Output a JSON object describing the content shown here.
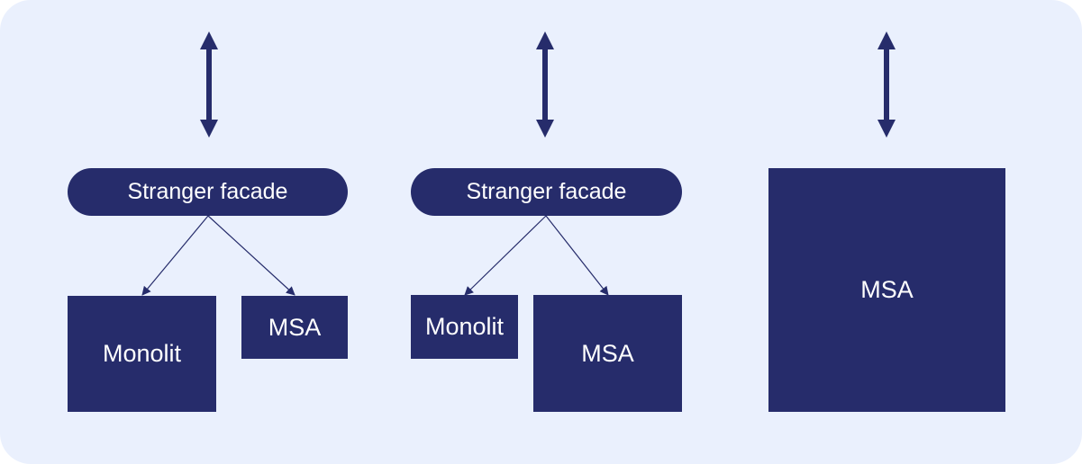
{
  "colors": {
    "background": "#eaf0fd",
    "node": "#262c6b",
    "text": "#ffffff"
  },
  "stage1": {
    "facade_label": "Stranger facade",
    "monolith_label": "Monolit",
    "msa_label": "MSA"
  },
  "stage2": {
    "facade_label": "Stranger facade",
    "monolith_label": "Monolit",
    "msa_label": "MSA"
  },
  "stage3": {
    "msa_label": "MSA"
  }
}
